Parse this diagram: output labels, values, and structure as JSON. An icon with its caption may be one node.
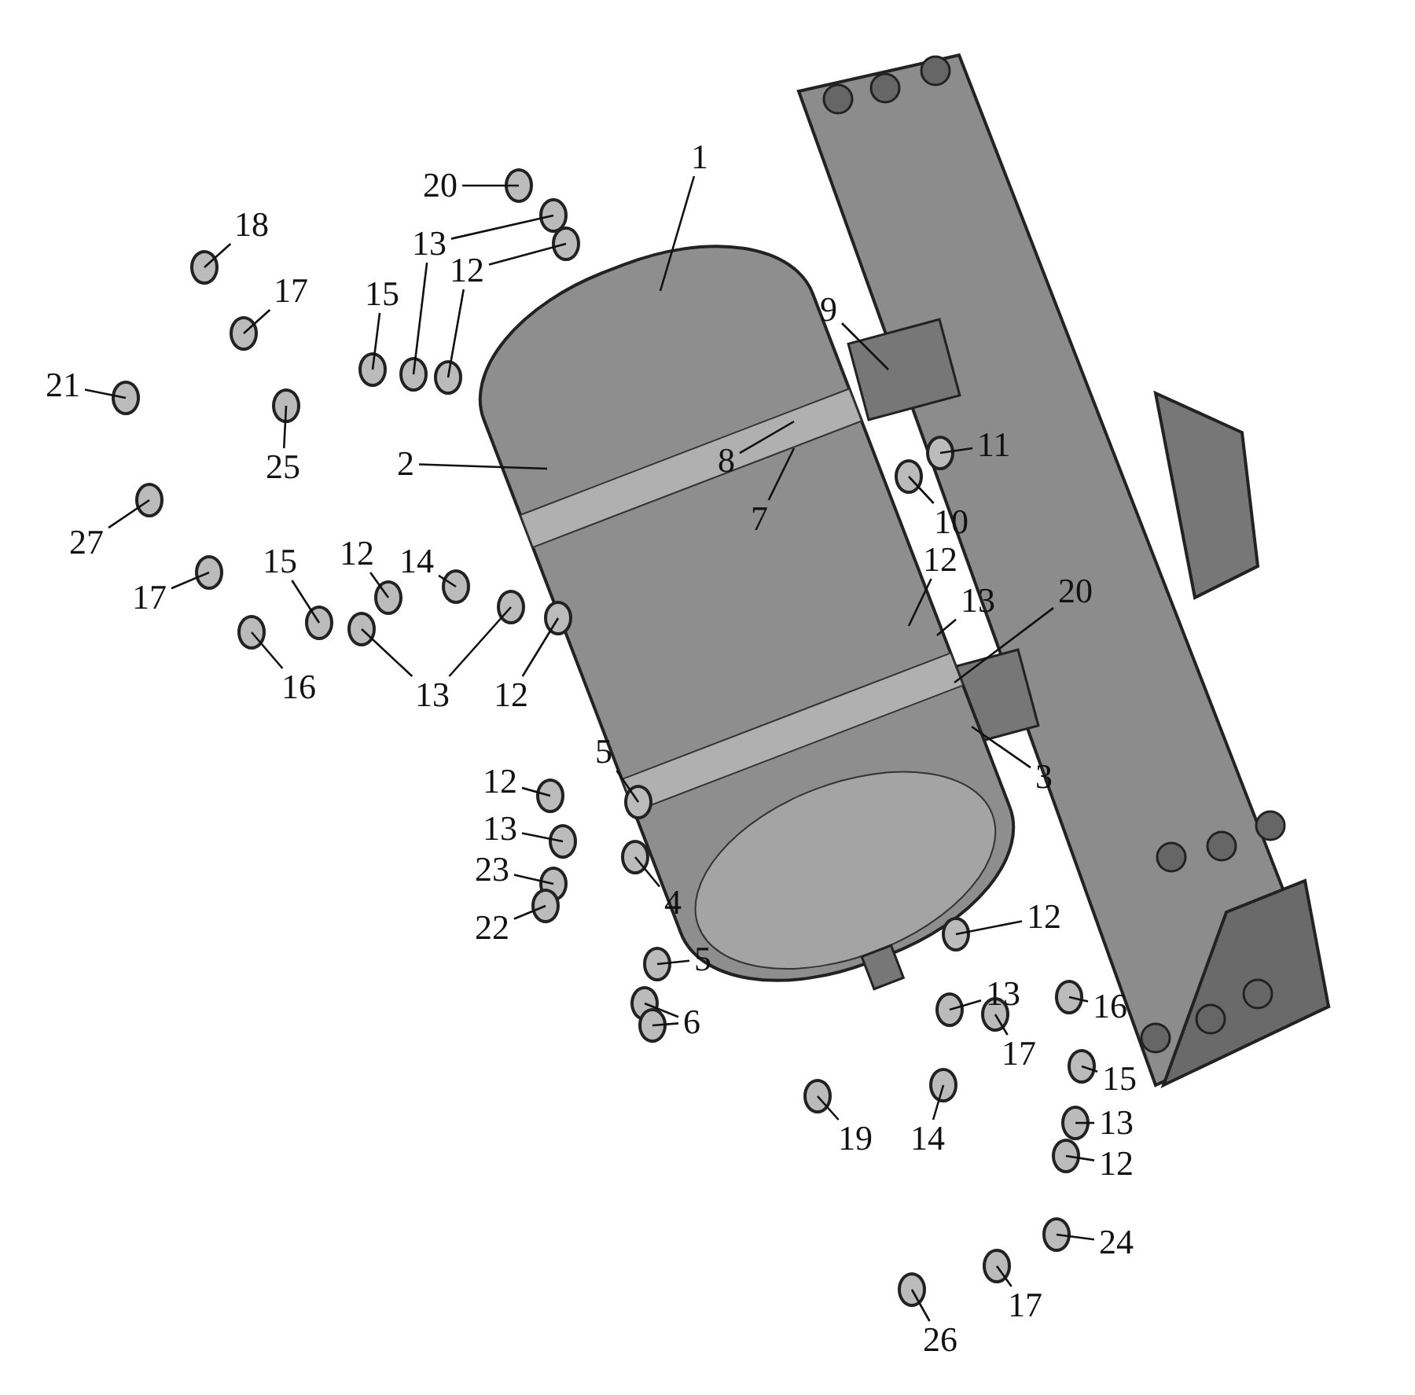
{
  "diagram": {
    "nodes": [
      {
        "text": [
          "1"
        ]
      },
      {
        "text": [
          "20"
        ]
      },
      {
        "text": [
          "18"
        ]
      },
      {
        "text": [
          "13"
        ]
      },
      {
        "text": [
          "15"
        ]
      },
      {
        "text": [
          "12"
        ]
      },
      {
        "text": [
          "17"
        ]
      },
      {
        "text": [
          "9"
        ]
      },
      {
        "text": [
          "21"
        ]
      },
      {
        "text": [
          "8"
        ]
      },
      {
        "text": [
          "11"
        ]
      },
      {
        "text": [
          "2"
        ]
      },
      {
        "text": [
          "25"
        ]
      },
      {
        "text": [
          "7"
        ]
      },
      {
        "text": [
          "10"
        ]
      },
      {
        "text": [
          "27"
        ]
      },
      {
        "text": [
          "15"
        ]
      },
      {
        "text": [
          "12"
        ]
      },
      {
        "text": [
          "14"
        ]
      },
      {
        "text": [
          "12"
        ]
      },
      {
        "text": [
          "17"
        ]
      },
      {
        "text": [
          "20"
        ]
      },
      {
        "text": [
          "13"
        ]
      },
      {
        "text": [
          "16"
        ]
      },
      {
        "text": [
          "13"
        ]
      },
      {
        "text": [
          "12"
        ]
      },
      {
        "text": [
          "3"
        ]
      },
      {
        "text": [
          "5"
        ]
      },
      {
        "text": [
          "12"
        ]
      },
      {
        "text": [
          "13"
        ]
      },
      {
        "text": [
          "23"
        ]
      },
      {
        "text": [
          "4"
        ]
      },
      {
        "text": [
          "22"
        ]
      },
      {
        "text": [
          "12"
        ]
      },
      {
        "text": [
          "5"
        ]
      },
      {
        "text": [
          "13"
        ]
      },
      {
        "text": [
          "16"
        ]
      },
      {
        "text": [
          "6"
        ]
      },
      {
        "text": [
          "17"
        ]
      },
      {
        "text": [
          "15"
        ]
      },
      {
        "text": [
          "13"
        ]
      },
      {
        "text": [
          "19"
        ]
      },
      {
        "text": [
          "14"
        ]
      },
      {
        "text": [
          "12"
        ]
      },
      {
        "text": [
          "24"
        ]
      },
      {
        "text": [
          "17"
        ]
      },
      {
        "text": [
          "26"
        ]
      }
    ],
    "edges": [
      {
        "from": 0,
        "to": null,
        "arrow": "none"
      },
      {
        "from": 1,
        "to": null,
        "arrow": "none"
      },
      {
        "from": 2,
        "to": null,
        "arrow": "none"
      },
      {
        "from": 3,
        "to": null,
        "arrow": "none"
      },
      {
        "from": 3,
        "to": null,
        "arrow": "none"
      },
      {
        "from": 4,
        "to": null,
        "arrow": "none"
      },
      {
        "from": 5,
        "to": null,
        "arrow": "none"
      },
      {
        "from": 5,
        "to": null,
        "arrow": "none"
      },
      {
        "from": 6,
        "to": null,
        "arrow": "none"
      },
      {
        "from": 7,
        "to": null,
        "arrow": "none"
      },
      {
        "from": 8,
        "to": null,
        "arrow": "none"
      },
      {
        "from": 9,
        "to": null,
        "arrow": "none"
      },
      {
        "from": 10,
        "to": null,
        "arrow": "none"
      },
      {
        "from": 11,
        "to": null,
        "arrow": "none"
      },
      {
        "from": 12,
        "to": null,
        "arrow": "none"
      },
      {
        "from": 13,
        "to": null,
        "arrow": "none"
      },
      {
        "from": 14,
        "to": null,
        "arrow": "none"
      },
      {
        "from": 15,
        "to": null,
        "arrow": "none"
      },
      {
        "from": 16,
        "to": null,
        "arrow": "none"
      },
      {
        "from": 17,
        "to": null,
        "arrow": "none"
      },
      {
        "from": 18,
        "to": null,
        "arrow": "none"
      },
      {
        "from": 19,
        "to": null,
        "arrow": "none"
      },
      {
        "from": 20,
        "to": null,
        "arrow": "none"
      },
      {
        "from": 21,
        "to": null,
        "arrow": "none"
      },
      {
        "from": 22,
        "to": null,
        "arrow": "none"
      },
      {
        "from": 23,
        "to": null,
        "arrow": "none"
      },
      {
        "from": 24,
        "to": null,
        "arrow": "none"
      },
      {
        "from": 24,
        "to": null,
        "arrow": "none"
      },
      {
        "from": 25,
        "to": null,
        "arrow": "none"
      },
      {
        "from": 26,
        "to": null,
        "arrow": "none"
      },
      {
        "from": 27,
        "to": null,
        "arrow": "none"
      },
      {
        "from": 28,
        "to": null,
        "arrow": "none"
      },
      {
        "from": 29,
        "to": null,
        "arrow": "none"
      },
      {
        "from": 30,
        "to": null,
        "arrow": "none"
      },
      {
        "from": 31,
        "to": null,
        "arrow": "none"
      },
      {
        "from": 32,
        "to": null,
        "arrow": "none"
      },
      {
        "from": 33,
        "to": null,
        "arrow": "none"
      },
      {
        "from": 34,
        "to": null,
        "arrow": "none"
      },
      {
        "from": 35,
        "to": null,
        "arrow": "none"
      },
      {
        "from": 36,
        "to": null,
        "arrow": "none"
      },
      {
        "from": 37,
        "to": null,
        "arrow": "none"
      },
      {
        "from": 37,
        "to": null,
        "arrow": "none"
      },
      {
        "from": 38,
        "to": null,
        "arrow": "none"
      },
      {
        "from": 39,
        "to": null,
        "arrow": "none"
      },
      {
        "from": 40,
        "to": null,
        "arrow": "none"
      },
      {
        "from": 41,
        "to": null,
        "arrow": "none"
      },
      {
        "from": 42,
        "to": null,
        "arrow": "none"
      },
      {
        "from": 43,
        "to": null,
        "arrow": "none"
      },
      {
        "from": 44,
        "to": null,
        "arrow": "none"
      },
      {
        "from": 45,
        "to": null,
        "arrow": "none"
      },
      {
        "from": 46,
        "to": null,
        "arrow": "none"
      }
    ]
  }
}
